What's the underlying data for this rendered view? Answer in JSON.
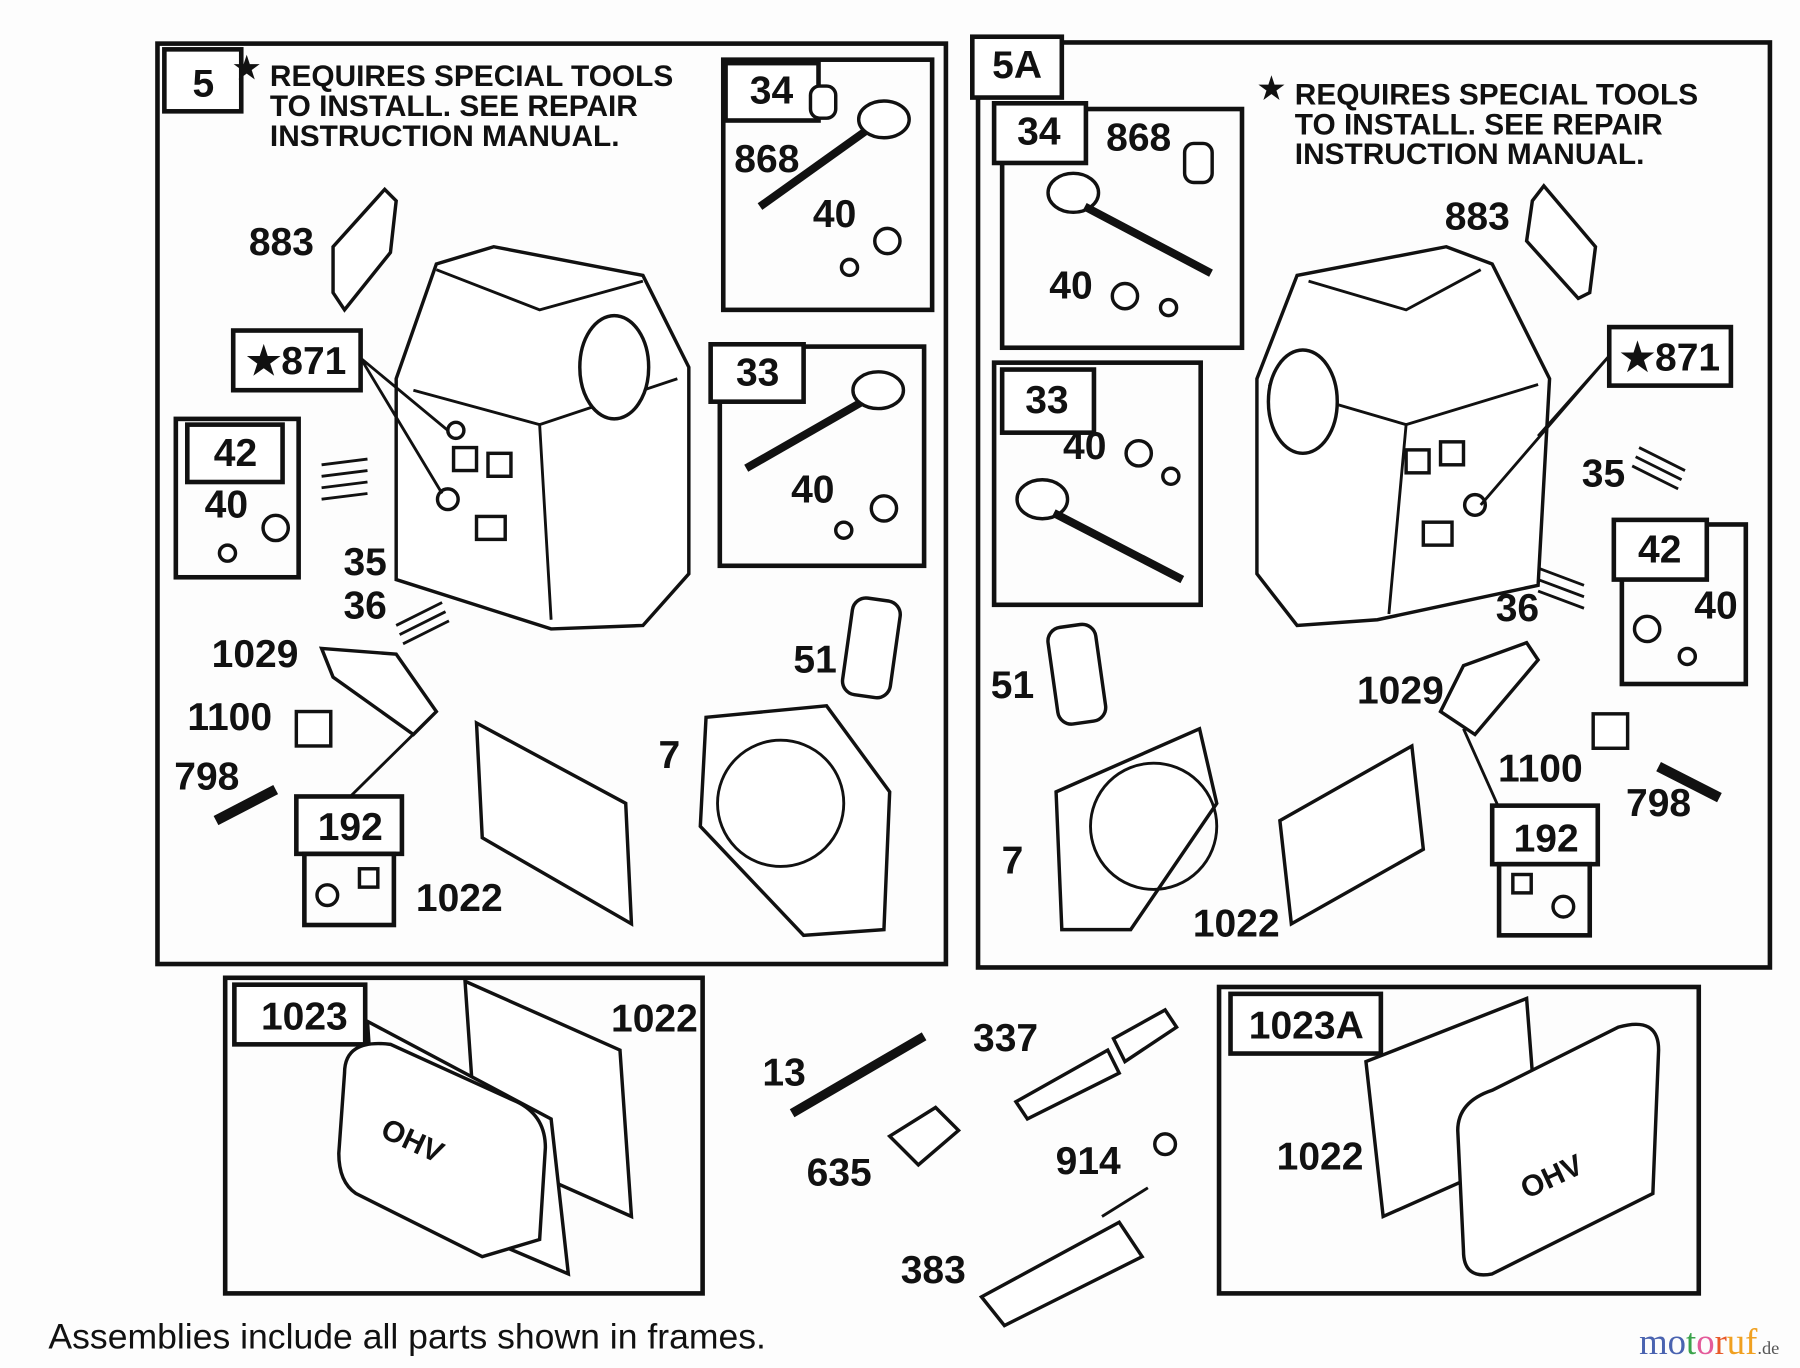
{
  "diagram": {
    "panel_5": {
      "id": "5",
      "note": [
        "REQUIRES SPECIAL TOOLS",
        "TO INSTALL.  SEE REPAIR",
        "INSTRUCTION MANUAL."
      ],
      "labels": {
        "p34": "34",
        "p868": "868",
        "p40a": "40",
        "p883": "883",
        "p871": "★871",
        "p42": "42",
        "p40b": "40",
        "p35": "35",
        "p36": "36",
        "p33": "33",
        "p40c": "40",
        "p51": "51",
        "p7": "7",
        "p1029": "1029",
        "p1100": "1100",
        "p798": "798",
        "p192": "192",
        "p1022": "1022"
      }
    },
    "panel_5A": {
      "id": "5A",
      "note": [
        "REQUIRES SPECIAL TOOLS",
        "TO INSTALL.  SEE REPAIR",
        "INSTRUCTION MANUAL."
      ],
      "labels": {
        "p34": "34",
        "p868": "868",
        "p40a": "40",
        "p883": "883",
        "p871": "★871",
        "p33": "33",
        "p40b": "40",
        "p35": "35",
        "p36": "36",
        "p42": "42",
        "p40c": "40",
        "p51": "51",
        "p1029": "1029",
        "p1100": "1100",
        "p798": "798",
        "p192": "192",
        "p7": "7",
        "p1022": "1022"
      }
    },
    "bottom": {
      "p1023": "1023",
      "p1022a": "1022",
      "p13": "13",
      "p337": "337",
      "p635": "635",
      "p914": "914",
      "p383": "383",
      "p1023A": "1023A",
      "p1022b": "1022",
      "cover_logo": "OHV"
    },
    "footer": "Assemblies include all parts shown in frames.",
    "watermark": "motoruf.de"
  }
}
